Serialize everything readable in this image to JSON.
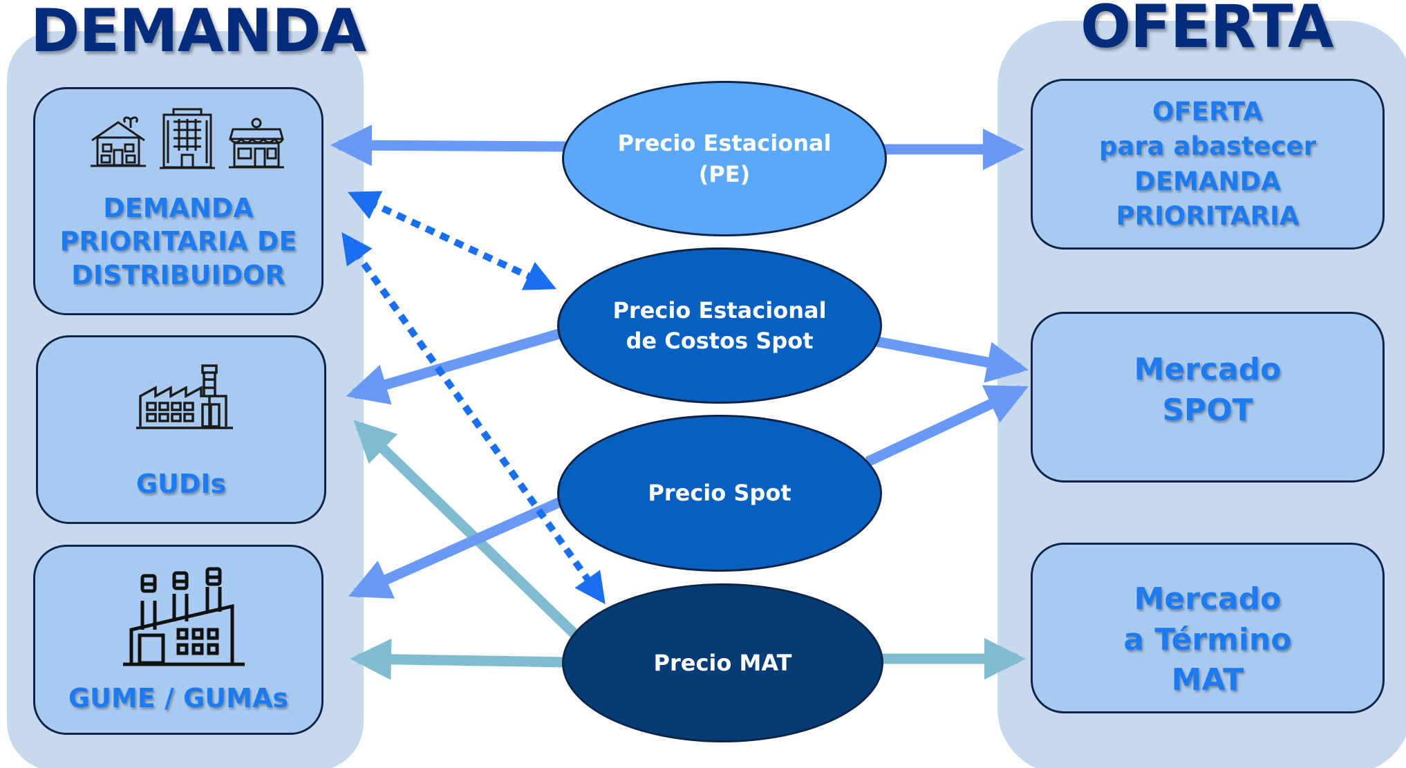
{
  "headings": {
    "demanda": "DEMANDA",
    "oferta": "OFERTA"
  },
  "demand_boxes": {
    "prioritaria": {
      "lines": [
        "DEMANDA",
        "PRIORITARIA DE",
        "DISTRIBUIDOR"
      ],
      "icons": [
        "house-icon",
        "building-icon",
        "store-icon"
      ]
    },
    "gudis": {
      "lines": [
        "GUDIs"
      ],
      "icons": [
        "factory-icon"
      ]
    },
    "gume": {
      "lines": [
        "GUME / GUMAs"
      ],
      "icons": [
        "industrial-plant-icon"
      ]
    }
  },
  "price_nodes": {
    "pe": {
      "lines": [
        "Precio Estacional",
        "(PE)"
      ]
    },
    "pecs": {
      "lines": [
        "Precio Estacional",
        "de Costos Spot"
      ]
    },
    "spot": {
      "lines": [
        "Precio Spot"
      ]
    },
    "mat": {
      "lines": [
        "Precio MAT"
      ]
    }
  },
  "supply_boxes": {
    "oferta_prioritaria": {
      "lines": [
        "OFERTA",
        "para abastecer",
        "DEMANDA",
        "PRIORITARIA"
      ]
    },
    "mercado_spot": {
      "lines": [
        "Mercado",
        "SPOT"
      ]
    },
    "mercado_termino": {
      "lines": [
        "Mercado",
        "a Término",
        "MAT"
      ]
    }
  },
  "colors": {
    "heading": "#032c7d",
    "panel": "#c6d9ee",
    "box": "#a9caf0",
    "box_text": "#1e7bef",
    "arrow_blue": "#6799f5",
    "arrow_teal": "#80bcd0",
    "arrow_dotted": "#1a6ff0"
  }
}
